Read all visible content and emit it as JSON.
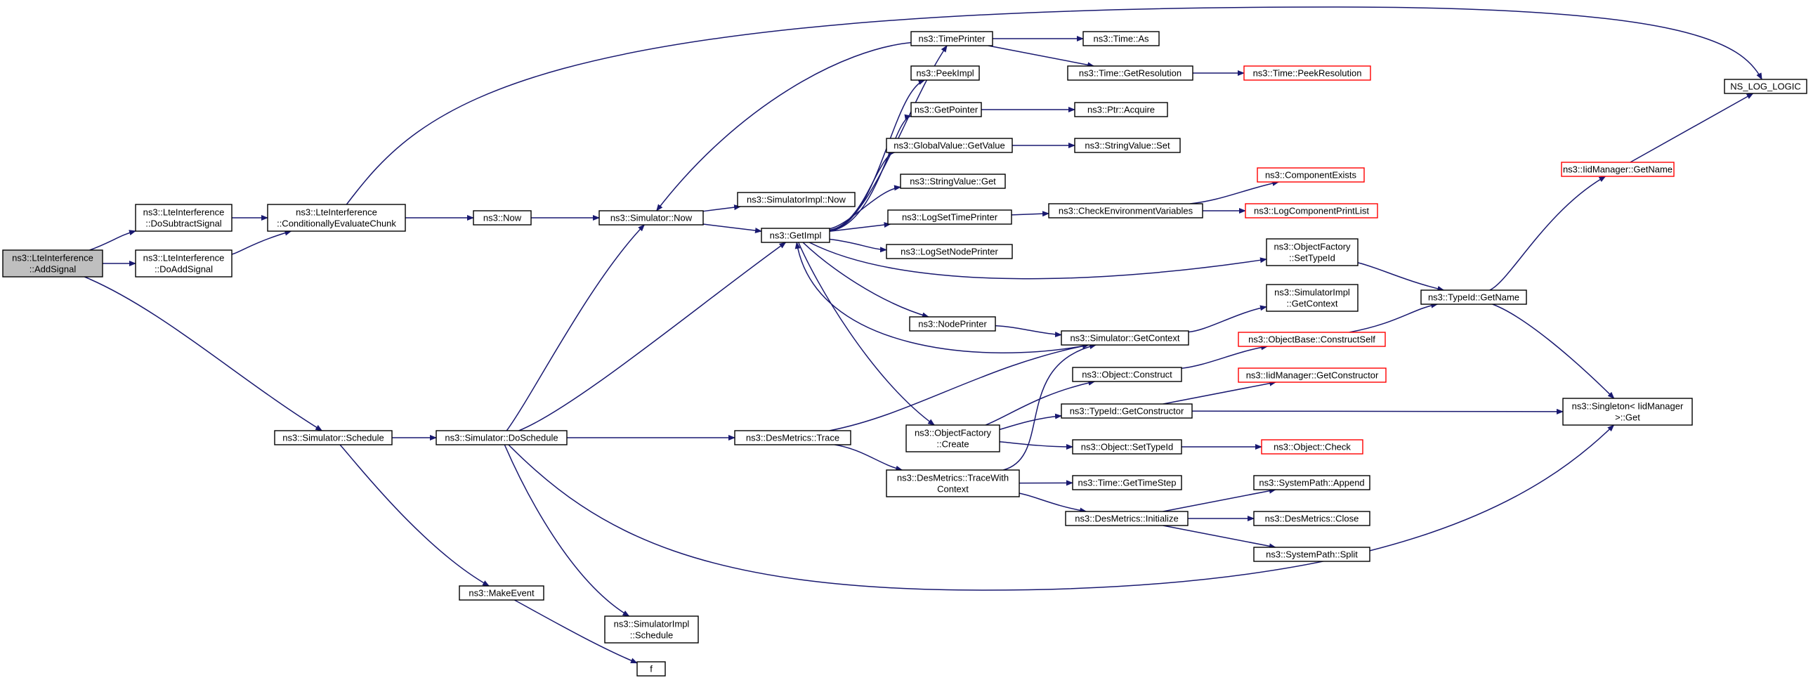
{
  "colors": {
    "edge": "#191970",
    "border": "#000000",
    "truncated_border": "#ff0000",
    "root_fill": "#bfbfbf",
    "background": "#ffffff"
  },
  "nodes": {
    "AddSignal": {
      "lines": [
        "ns3::LteInterference",
        "::AddSignal"
      ]
    },
    "DoSubtractSignal": {
      "lines": [
        "ns3::LteInterference",
        "::DoSubtractSignal"
      ]
    },
    "DoAddSignal": {
      "lines": [
        "ns3::LteInterference",
        "::DoAddSignal"
      ]
    },
    "CondEvalChunk": {
      "lines": [
        "ns3::LteInterference",
        "::ConditionallyEvaluateChunk"
      ]
    },
    "Now": {
      "lines": [
        "ns3::Now"
      ]
    },
    "SimNow": {
      "lines": [
        "ns3::Simulator::Now"
      ]
    },
    "SimImplNow": {
      "lines": [
        "ns3::SimulatorImpl::Now"
      ]
    },
    "GetImpl": {
      "lines": [
        "ns3::GetImpl"
      ]
    },
    "TimePrinter": {
      "lines": [
        "ns3::TimePrinter"
      ]
    },
    "PeekImpl": {
      "lines": [
        "ns3::PeekImpl"
      ]
    },
    "GetPointer": {
      "lines": [
        "ns3::GetPointer"
      ]
    },
    "GlobalValueGetValue": {
      "lines": [
        "ns3::GlobalValue::GetValue"
      ]
    },
    "StringValueGet": {
      "lines": [
        "ns3::StringValue::Get"
      ]
    },
    "LogSetTimePrinter": {
      "lines": [
        "ns3::LogSetTimePrinter"
      ]
    },
    "LogSetNodePrinter": {
      "lines": [
        "ns3::LogSetNodePrinter"
      ]
    },
    "NodePrinter": {
      "lines": [
        "ns3::NodePrinter"
      ]
    },
    "ObjectFactoryCreate": {
      "lines": [
        "ns3::ObjectFactory",
        "::Create"
      ]
    },
    "DesMetricsTrace": {
      "lines": [
        "ns3::DesMetrics::Trace"
      ]
    },
    "DesMetricsTraceWithContext": {
      "lines": [
        "ns3::DesMetrics::TraceWith",
        "Context"
      ]
    },
    "SimSchedule": {
      "lines": [
        "ns3::Simulator::Schedule"
      ]
    },
    "SimDoSchedule": {
      "lines": [
        "ns3::Simulator::DoSchedule"
      ]
    },
    "MakeEvent": {
      "lines": [
        "ns3::MakeEvent"
      ]
    },
    "SimImplSchedule": {
      "lines": [
        "ns3::SimulatorImpl",
        "::Schedule"
      ]
    },
    "f": {
      "lines": [
        "f"
      ]
    },
    "TimeAs": {
      "lines": [
        "ns3::Time::As"
      ]
    },
    "TimeGetResolution": {
      "lines": [
        "ns3::Time::GetResolution"
      ]
    },
    "TimePeekResolution": {
      "lines": [
        "ns3::Time::PeekResolution"
      ]
    },
    "PtrAcquire": {
      "lines": [
        "ns3::Ptr::Acquire"
      ]
    },
    "StringValueSet": {
      "lines": [
        "ns3::StringValue::Set"
      ]
    },
    "CheckEnvVars": {
      "lines": [
        "ns3::CheckEnvironmentVariables"
      ]
    },
    "ComponentExists": {
      "lines": [
        "ns3::ComponentExists"
      ]
    },
    "LogComponentPrintList": {
      "lines": [
        "ns3::LogComponentPrintList"
      ]
    },
    "ObjectFactorySetTypeId": {
      "lines": [
        "ns3::ObjectFactory",
        "::SetTypeId"
      ]
    },
    "SimImplGetContext": {
      "lines": [
        "ns3::SimulatorImpl",
        "::GetContext"
      ]
    },
    "SimGetContext": {
      "lines": [
        "ns3::Simulator::GetContext"
      ]
    },
    "ObjectBaseConstructSelf": {
      "lines": [
        "ns3::ObjectBase::ConstructSelf"
      ]
    },
    "ObjectConstruct": {
      "lines": [
        "ns3::Object::Construct"
      ]
    },
    "IidManagerGetConstructor": {
      "lines": [
        "ns3::IidManager::GetConstructor"
      ]
    },
    "TypeIdGetConstructor": {
      "lines": [
        "ns3::TypeId::GetConstructor"
      ]
    },
    "ObjectSetTypeId": {
      "lines": [
        "ns3::Object::SetTypeId"
      ]
    },
    "ObjectCheck": {
      "lines": [
        "ns3::Object::Check"
      ]
    },
    "TimeGetTimeStep": {
      "lines": [
        "ns3::Time::GetTimeStep"
      ]
    },
    "DesMetricsInitialize": {
      "lines": [
        "ns3::DesMetrics::Initialize"
      ]
    },
    "SystemPathAppend": {
      "lines": [
        "ns3::SystemPath::Append"
      ]
    },
    "DesMetricsClose": {
      "lines": [
        "ns3::DesMetrics::Close"
      ]
    },
    "SystemPathSplit": {
      "lines": [
        "ns3::SystemPath::Split"
      ]
    },
    "TypeIdGetName": {
      "lines": [
        "ns3::TypeId::GetName"
      ]
    },
    "IidManagerGetName": {
      "lines": [
        "ns3::IidManager::GetName"
      ]
    },
    "NS_LOG_LOGIC": {
      "lines": [
        "NS_LOG_LOGIC"
      ]
    },
    "SingletonGet": {
      "lines": [
        "ns3::Singleton< IidManager",
        " >::Get"
      ]
    }
  }
}
